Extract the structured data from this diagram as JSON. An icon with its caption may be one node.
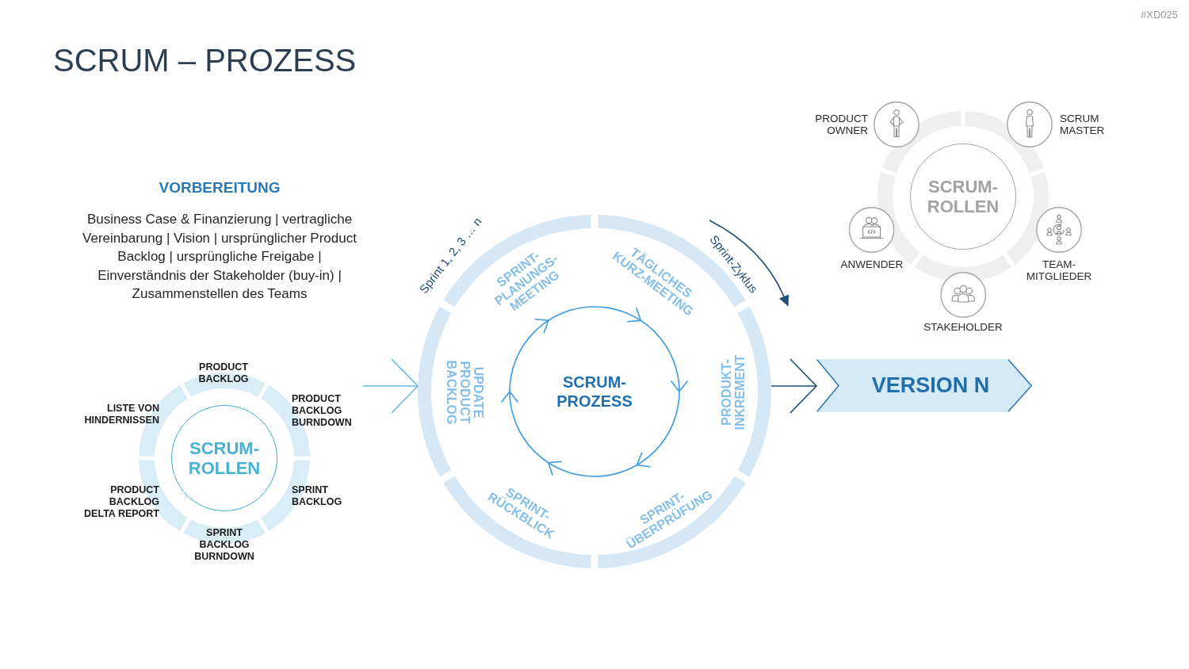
{
  "diagram": {
    "title": "SCRUM – PROZESS",
    "nodes": [
      {
        "text": [
          "PRODUCT BACKLOG",
          "LISTE VON HINDERNISSEN",
          "PRODUCT BACKLOG BURNDOWN",
          "PRODUCT BACKLOG DELTA REPORT",
          "SPRINT BACKLOG",
          "SPRINT BACKLOG BURNDOWN"
        ]
      },
      {
        "text": [
          "SCRUM- ROLLEN"
        ],
        "in": 0
      },
      {
        "text": [
          "SPRINT- PLANUNGS- MEETING",
          "TÄGLICHES KURZ-MEETING",
          "PRODUKT- INKREMENT",
          "SPRINT- ÜBERPRÜFUNG",
          "SPRINT- RÜCKBLICK",
          "UPDATE PRODUCT BACKLOG"
        ]
      },
      {
        "text": [
          "SCRUM- PROZESS"
        ],
        "in": 2
      },
      {
        "text": [
          "VERSION N"
        ]
      },
      {
        "text": [],
        "shape": "ring"
      },
      {
        "text": [
          "SCRUM- ROLLEN"
        ],
        "in": 5
      },
      {
        "text": [
          "PRODUCT OWNER"
        ]
      },
      {
        "text": [
          "SCRUM MASTER"
        ]
      },
      {
        "text": [
          "ANWENDER"
        ]
      },
      {
        "text": [
          "TEAM- MITGLIEDER"
        ]
      },
      {
        "text": [
          "STAKEHOLDER"
        ]
      }
    ],
    "edges": [
      {
        "from": 0,
        "to": 2,
        "arrow": "to",
        "color": "#6cb8ea"
      },
      {
        "from": 2,
        "to": 4,
        "arrow": "to",
        "color": "#1f4e79"
      }
    ],
    "labels": [
      "#XD025",
      "VORBEREITUNG",
      "Business Case & Finanzierung | vertragliche Vereinbarung | Vision | ursprünglicher Product Backlog | ursprüngliche Freigabe | Einverständnis der Stakeholder (buy-in) | Zusammenstellen des Teams",
      "Sprint 1, 2, 3 … n",
      "Sprint-Zyklus"
    ]
  }
}
